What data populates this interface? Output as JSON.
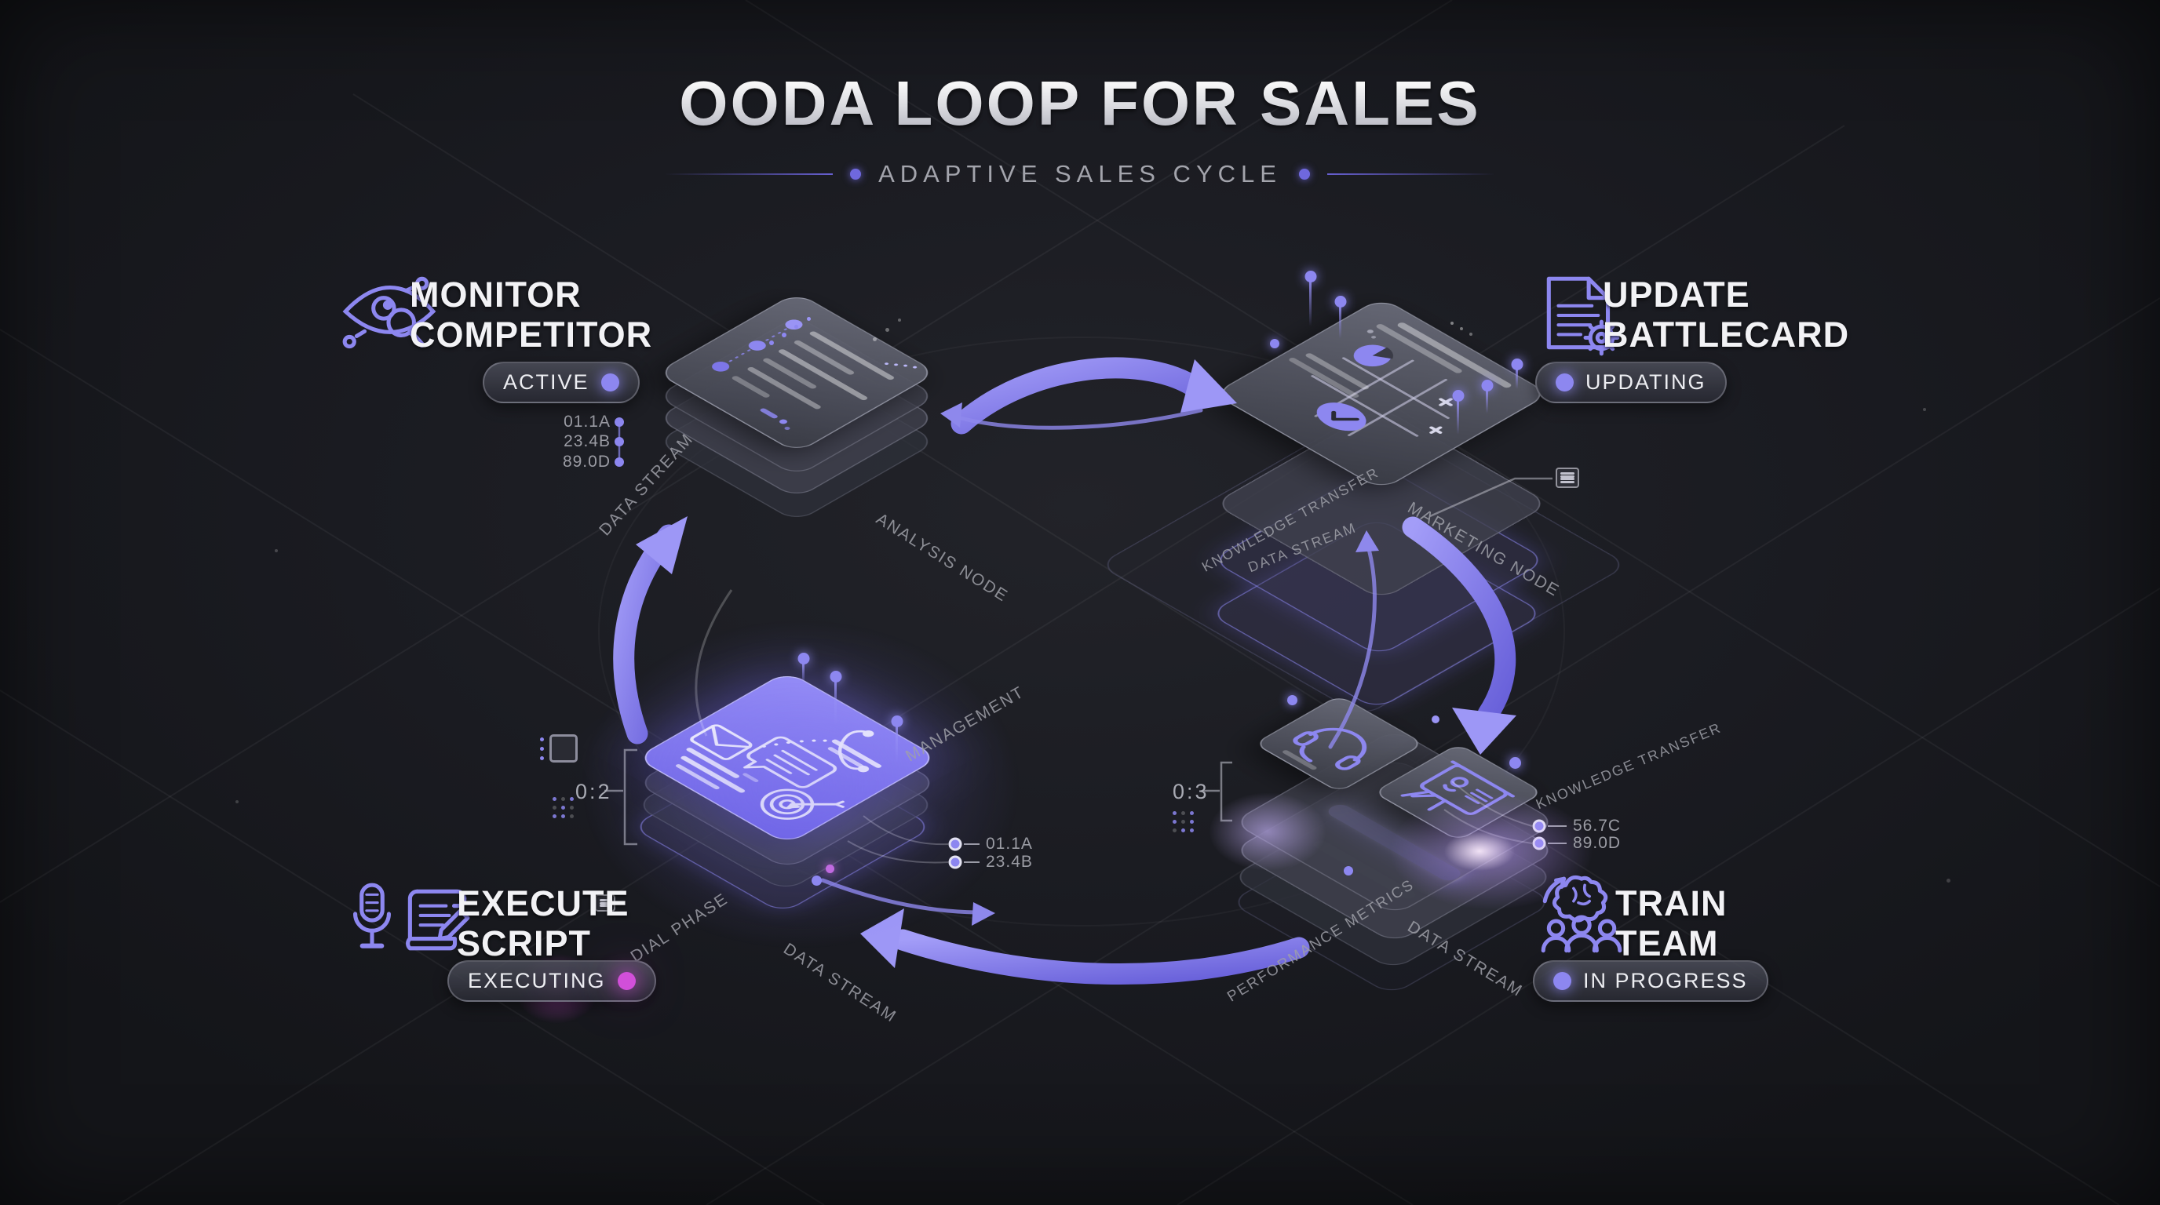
{
  "title": "OODA LOOP FOR SALES",
  "subtitle": "ADAPTIVE SALES CYCLE",
  "stations": {
    "monitor": {
      "name_line1": "MONITOR",
      "name_line2": "COMPETITOR",
      "status": "ACTIVE"
    },
    "update": {
      "name_line1": "UPDATE",
      "name_line2": "BATTLECARD",
      "status": "UPDATING"
    },
    "train": {
      "name_line1": "TRAIN",
      "name_line2": "TEAM",
      "status": "IN PROGRESS"
    },
    "execute": {
      "name_line1": "EXECUTE",
      "name_line2": "SCRIPT",
      "status": "EXECUTING"
    }
  },
  "annotations": {
    "monitor_metrics": [
      "01.1A",
      "23.4B",
      "89.0D"
    ],
    "execute_metrics": [
      "01.1A",
      "23.4B"
    ],
    "train_metrics": [
      "56.7C",
      "89.0D"
    ],
    "execute_counter": "0:2",
    "train_counter": "0:3"
  },
  "flow_labels": {
    "data_stream_left": "DATA STREAM",
    "analysis_node": "ANALYSIS NODE",
    "knowledge_transfer_top": "KNOWLEDGE TRANSFER",
    "data_stream_top_right": "DATA STREAM",
    "marketing_node": "MARKETING NODE",
    "management": "MANAGEMENT",
    "knowledge_transfer_right": "KNOWLEDGE TRANSFER",
    "dial_phase": "DIAL PHASE",
    "data_stream_bottom": "DATA STREAM",
    "performance_metrics": "PERFORMANCE METRICS",
    "data_stream_bottom_right": "DATA STREAM"
  },
  "colors": {
    "background": "#17181d",
    "accent_purple": "#8d87f0",
    "accent_magenta": "#d14fd9",
    "text_primary": "#f2f2f5",
    "text_muted": "#9b9ca4"
  }
}
